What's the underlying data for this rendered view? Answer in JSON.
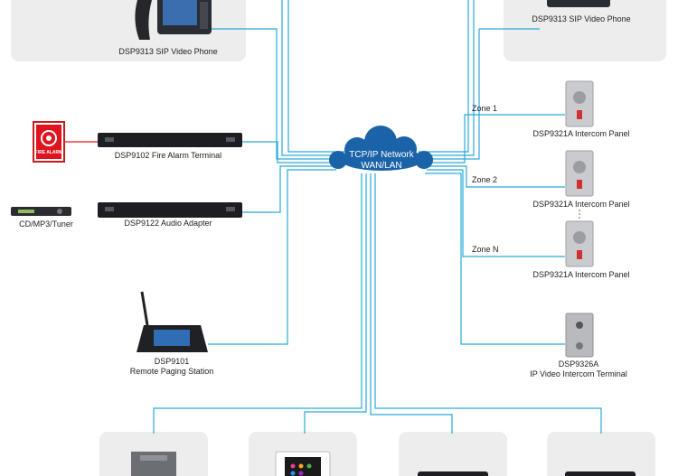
{
  "network": {
    "line1": "TCP/IP Network",
    "line2": "WAN/LAN"
  },
  "devices": {
    "sip_phone_left": "DSP9313 SIP Video Phone",
    "sip_phone_right": "DSP9313 SIP Video Phone",
    "fire_alarm_sign": "FIRE ALARM",
    "fire_alarm_terminal": "DSP9102 Fire Alarm Terminal",
    "cd_tuner": "CD/MP3/Tuner",
    "audio_adapter": "DSP9122 Audio Adapter",
    "paging_model": "DSP9101",
    "paging_name": "Remote Paging Station",
    "intercom_1": "DSP9321A Intercom Panel",
    "intercom_2": "DSP9321A Intercom Panel",
    "intercom_n": "DSP9321A Intercom Panel",
    "ip_video_model": "DSP9326A",
    "ip_video_name": "IP Video Intercom Terminal"
  },
  "zones": {
    "zone1": "Zone 1",
    "zone2": "Zone 2",
    "zoneN": "Zone N"
  },
  "colors": {
    "line": "#29a9dc",
    "cloud": "#1b63a8",
    "red_link": "#e0141e",
    "panel_bg": "#ededed"
  }
}
